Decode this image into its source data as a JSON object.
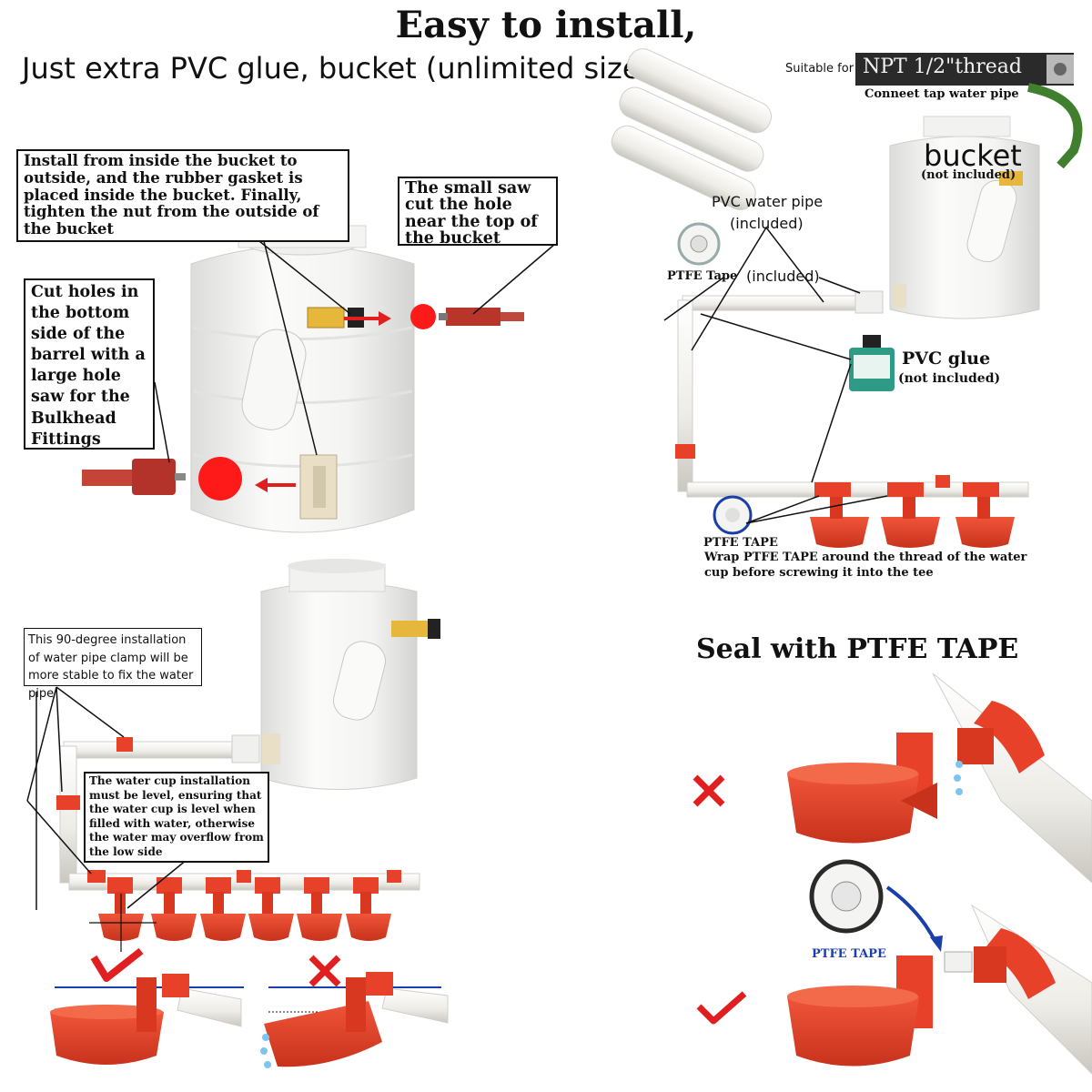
{
  "header": {
    "title": "Easy to install,",
    "subtitle": "Just  extra PVC glue, bucket (unlimited size)"
  },
  "panel_top_left": {
    "install_note": "Install from inside the bucket to outside, and the rubber gasket is placed inside the bucket. Finally, tighten the nut from the outside of the bucket",
    "saw_note": "The small saw cut the hole near the top of the bucket",
    "holes_note": "Cut holes in the bottom side of the barrel with a large hole saw for the Bulkhead Fittings"
  },
  "panel_top_right": {
    "suitable_for": "Suitable for",
    "thread_label": "NPT 1/2\"thread",
    "connect_label": "Conneet tap water pipe",
    "bucket_label": "bucket",
    "bucket_note": "(not included)",
    "pvc_pipe_label": "PVC water pipe",
    "pvc_pipe_note": "(included)",
    "ptfe_label": "PTFE Tape",
    "ptfe_note": "(included)",
    "glue_label": "PVC glue",
    "glue_note": "(not included)",
    "ptfe_tape_caption": "PTFE TAPE",
    "ptfe_tape_instruction": "Wrap PTFE TAPE around the thread of the water cup before screwing it into the tee"
  },
  "panel_bottom_left": {
    "clamp_note": "This 90-degree installation of water pipe clamp will be more stable to fix the water pipe",
    "level_note": "The water cup installation must be level, ensuring that the water cup is level when filled with water, otherwise the water may overflow from the low side"
  },
  "panel_bottom_right": {
    "title": "Seal with PTFE TAPE",
    "ptfe_label": "PTFE TAPE"
  },
  "colors": {
    "cup_red": "#e8412a",
    "mark_red": "#e02020",
    "level_blue": "#1a3fa8",
    "pipe_white": "#f1efe8",
    "tank_white": "#f6f6f4"
  }
}
